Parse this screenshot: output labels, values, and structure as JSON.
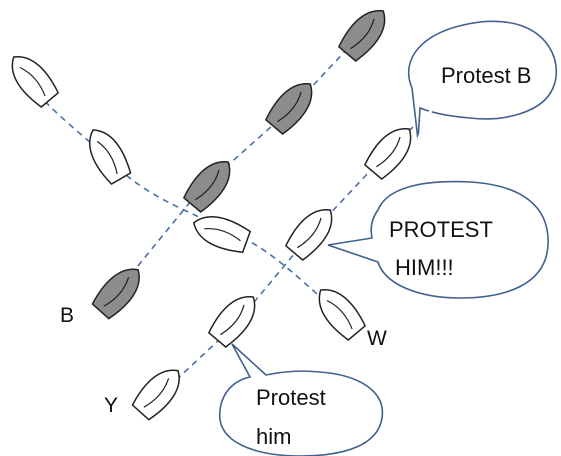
{
  "labels": {
    "boat_b": "B",
    "boat_w": "W",
    "boat_y": "Y"
  },
  "callouts": {
    "protest_b": "Protest B",
    "protest_him_caps_line1": "PROTEST",
    "protest_him_caps_line2": "HIM!!!",
    "protest_him_line1": "Protest",
    "protest_him_line2": "him"
  },
  "colors": {
    "track": "#4a6fa5",
    "boat_outline": "#222222",
    "boat_white": "#ffffff",
    "boat_gray": "#8c8c8c",
    "bubble_stroke": "#41608f"
  }
}
